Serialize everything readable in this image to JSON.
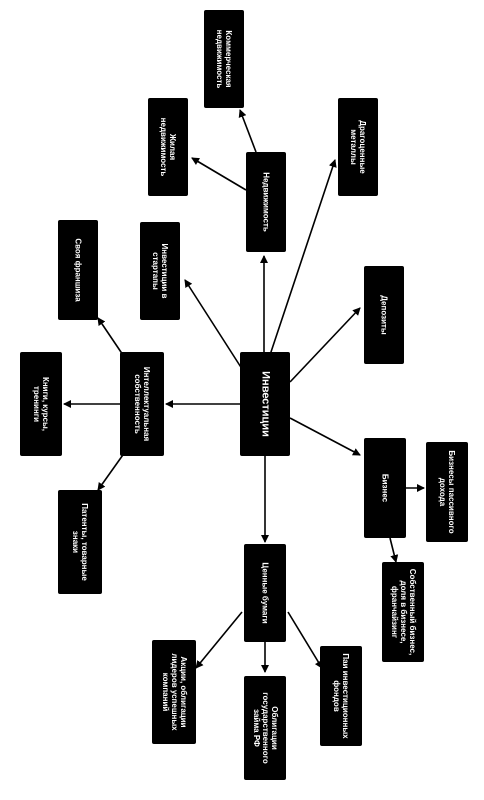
{
  "colors": {
    "node_fill": "#000000",
    "node_text": "#ffffff",
    "edge": "#000000",
    "background": "#ffffff"
  },
  "nodes": {
    "center": {
      "lines": [
        "Инвестиции"
      ]
    },
    "realestate": {
      "lines": [
        "Недвижимость"
      ]
    },
    "commercial": {
      "lines": [
        "Коммерческая",
        "недвижимость"
      ]
    },
    "housing": {
      "lines": [
        "Жилая",
        "недвижимость"
      ]
    },
    "metals": {
      "lines": [
        "Драгоценные",
        "металлы"
      ]
    },
    "startups": {
      "lines": [
        "Инвестиции в",
        "стартапы"
      ]
    },
    "deposits": {
      "lines": [
        "Депозиты"
      ]
    },
    "franchise": {
      "lines": [
        "Своя франшиза"
      ]
    },
    "ip": {
      "lines": [
        "Интеллектуальная",
        "собственность"
      ]
    },
    "books": {
      "lines": [
        "Книги, курсы,",
        "тренинги"
      ]
    },
    "patents": {
      "lines": [
        "Патенты, товарные",
        "знаки"
      ]
    },
    "business": {
      "lines": [
        "Бизнес"
      ]
    },
    "passive": {
      "lines": [
        "Бизнесы пассивного",
        "дохода"
      ]
    },
    "own_business": {
      "lines": [
        "Собственный бизнес,",
        "доля в бизнесе,",
        "франчайзинг"
      ]
    },
    "securities": {
      "lines": [
        "Ценные бумаги"
      ]
    },
    "stocks": {
      "lines": [
        "Акции, облигации",
        "лидеров успешных",
        "компаний"
      ]
    },
    "bonds": {
      "lines": [
        "Облигации",
        "государственного",
        "займа РФ"
      ]
    },
    "funds": {
      "lines": [
        "Паи инвестиционных",
        "фондов"
      ]
    }
  }
}
